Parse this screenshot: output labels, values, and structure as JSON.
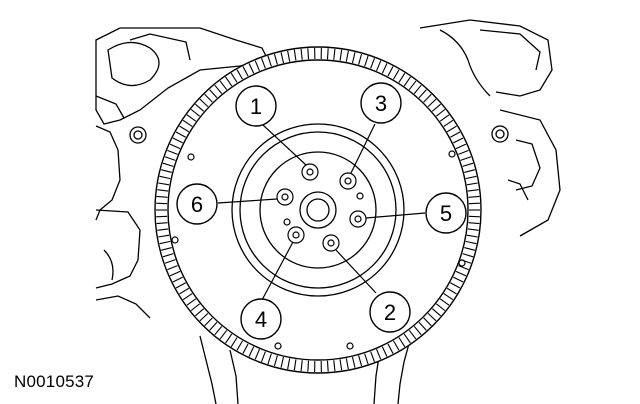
{
  "figure_id": "N0010537",
  "callouts": [
    {
      "label": "1"
    },
    {
      "label": "2"
    },
    {
      "label": "3"
    },
    {
      "label": "4"
    },
    {
      "label": "5"
    },
    {
      "label": "6"
    }
  ],
  "colors": {
    "line": "#000000",
    "background": "#ffffff"
  }
}
